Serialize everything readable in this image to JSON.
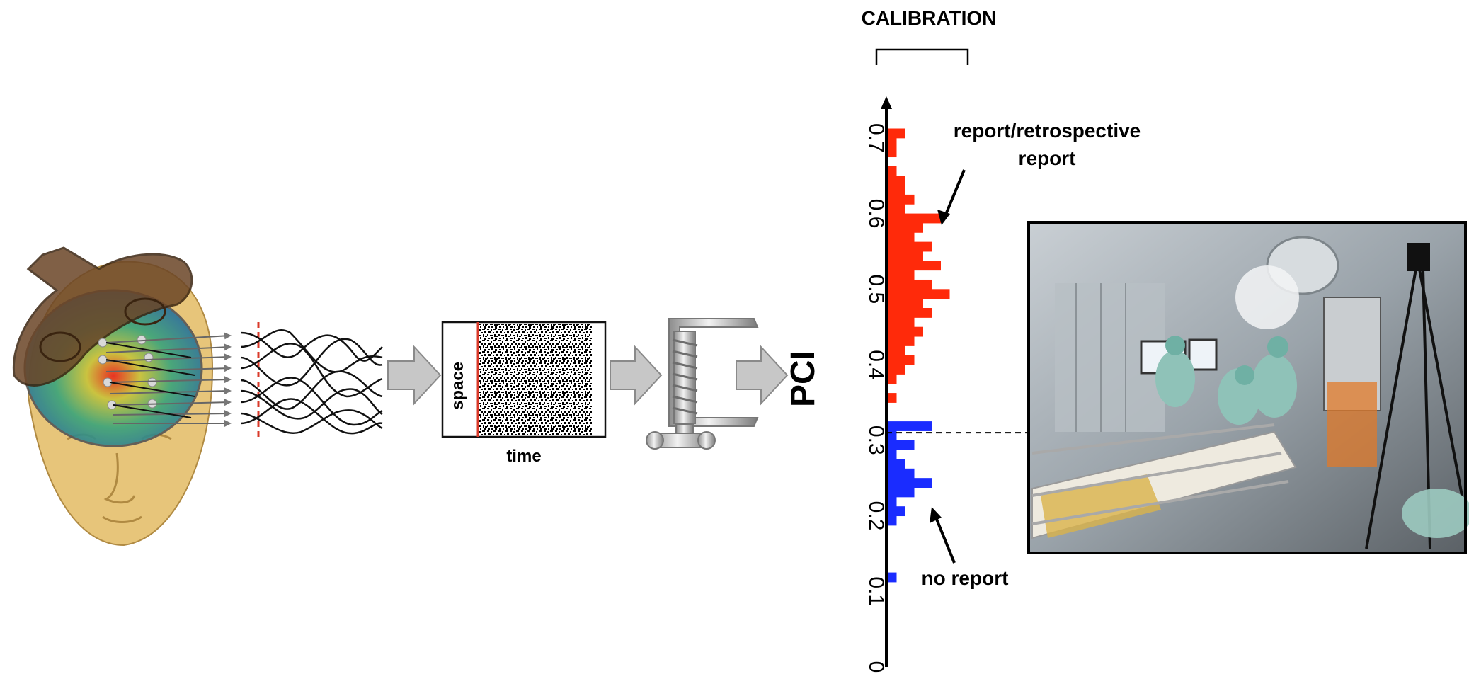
{
  "calibration": {
    "title": "CALIBRATION"
  },
  "pipeline": {
    "matrix_y_label": "space",
    "matrix_x_label": "time",
    "output_label": "PCI"
  },
  "histogram": {
    "annotation_report": [
      "report/retrospective",
      "report"
    ],
    "annotation_no_report": "no report",
    "colors": {
      "report": "#ff2a0a",
      "no_report": "#1a2cff",
      "threshold_line": "#000000"
    }
  },
  "photo": {
    "description_icons": [
      "operating-room-photo"
    ]
  },
  "chart_data": {
    "type": "bar",
    "orientation": "horizontal",
    "axis_label": "",
    "ticks": [
      "0",
      "0.1",
      "0.2",
      "0.3",
      "0.4",
      "0.5",
      "0.6",
      "0.7"
    ],
    "ylim": [
      0,
      0.75
    ],
    "threshold": 0.31,
    "bin_width": 0.0125,
    "series": [
      {
        "name": "report/retrospective report",
        "color": "#ff2a0a",
        "bins": [
          [
            0.35,
            1
          ],
          [
            0.375,
            1
          ],
          [
            0.3875,
            2
          ],
          [
            0.4,
            3
          ],
          [
            0.4125,
            2
          ],
          [
            0.425,
            3
          ],
          [
            0.4375,
            4
          ],
          [
            0.45,
            3
          ],
          [
            0.4625,
            5
          ],
          [
            0.475,
            4
          ],
          [
            0.4875,
            7
          ],
          [
            0.5,
            5
          ],
          [
            0.5125,
            3
          ],
          [
            0.525,
            6
          ],
          [
            0.5375,
            4
          ],
          [
            0.55,
            5
          ],
          [
            0.5625,
            3
          ],
          [
            0.575,
            4
          ],
          [
            0.5875,
            6
          ],
          [
            0.6,
            2
          ],
          [
            0.6125,
            3
          ],
          [
            0.625,
            2
          ],
          [
            0.6375,
            2
          ],
          [
            0.65,
            1
          ],
          [
            0.675,
            1
          ],
          [
            0.6875,
            1
          ],
          [
            0.7,
            2
          ]
        ]
      },
      {
        "name": "no report",
        "color": "#1a2cff",
        "bins": [
          [
            0.1125,
            1
          ],
          [
            0.1875,
            1
          ],
          [
            0.2,
            2
          ],
          [
            0.2125,
            1
          ],
          [
            0.225,
            3
          ],
          [
            0.2375,
            5
          ],
          [
            0.25,
            3
          ],
          [
            0.2625,
            2
          ],
          [
            0.275,
            1
          ],
          [
            0.2875,
            3
          ],
          [
            0.3,
            1
          ],
          [
            0.3125,
            5
          ]
        ]
      }
    ]
  }
}
